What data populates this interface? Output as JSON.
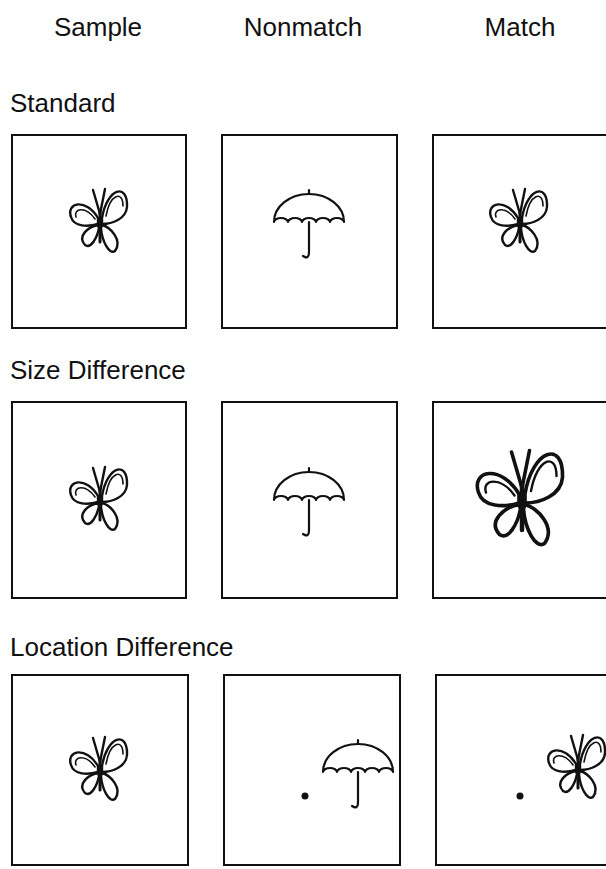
{
  "diagram": {
    "labels": [
      "Sample",
      "Nonmatch",
      "Match",
      "Standard",
      "Size Difference",
      "Location Difference"
    ]
  }
}
